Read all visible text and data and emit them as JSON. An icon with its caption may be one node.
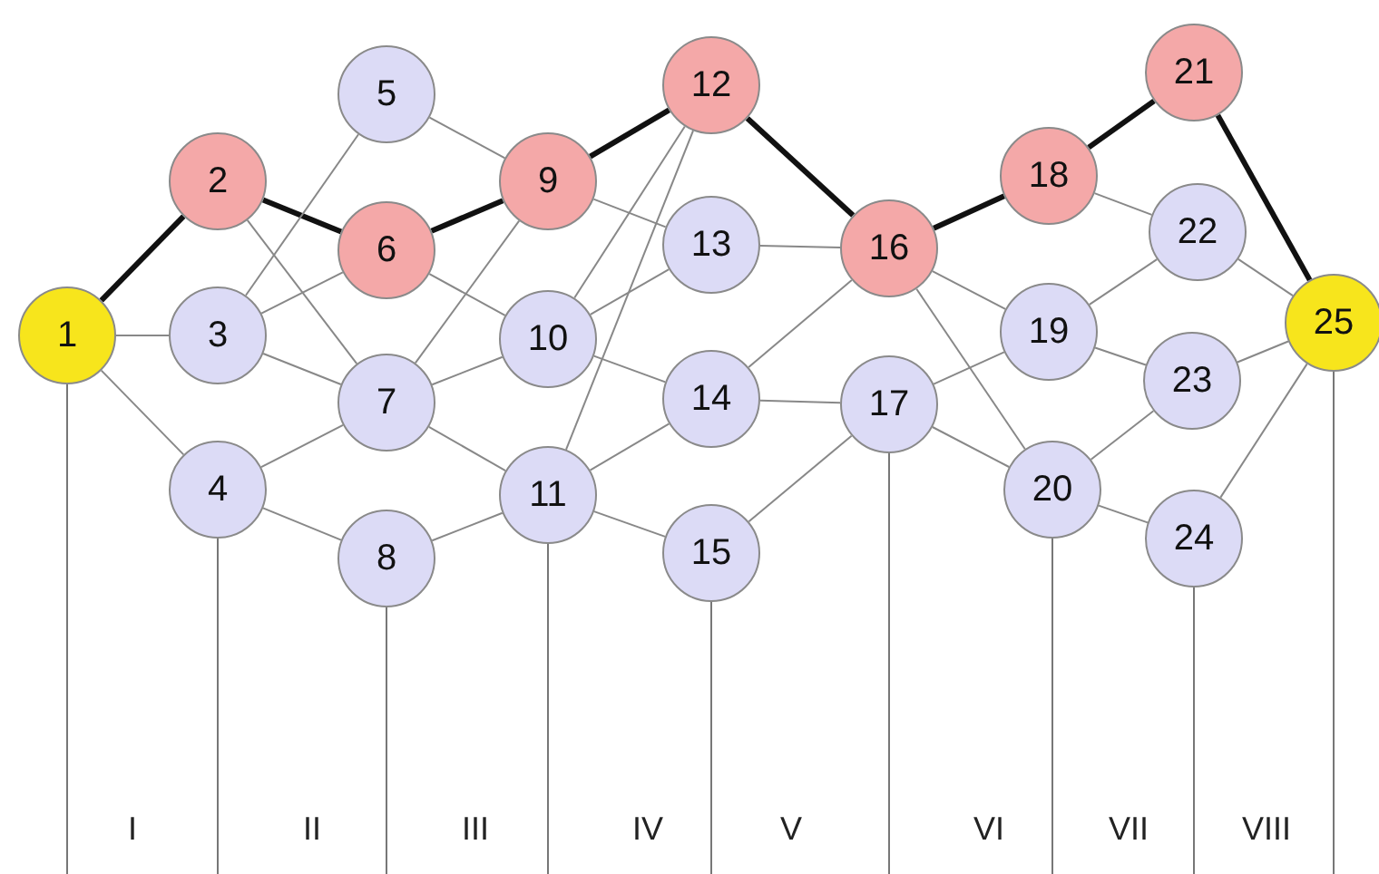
{
  "diagram": {
    "nodes": [
      {
        "text": [
          "1"
        ]
      },
      {
        "text": [
          "2"
        ]
      },
      {
        "text": [
          "3"
        ]
      },
      {
        "text": [
          "4"
        ]
      },
      {
        "text": [
          "5"
        ]
      },
      {
        "text": [
          "6"
        ]
      },
      {
        "text": [
          "7"
        ]
      },
      {
        "text": [
          "8"
        ]
      },
      {
        "text": [
          "9"
        ]
      },
      {
        "text": [
          "10"
        ]
      },
      {
        "text": [
          "11"
        ]
      },
      {
        "text": [
          "12"
        ]
      },
      {
        "text": [
          "13"
        ]
      },
      {
        "text": [
          "14"
        ]
      },
      {
        "text": [
          "15"
        ]
      },
      {
        "text": [
          "16"
        ]
      },
      {
        "text": [
          "17"
        ]
      },
      {
        "text": [
          "18"
        ]
      },
      {
        "text": [
          "19"
        ]
      },
      {
        "text": [
          "20"
        ]
      },
      {
        "text": [
          "21"
        ]
      },
      {
        "text": [
          "22"
        ]
      },
      {
        "text": [
          "23"
        ]
      },
      {
        "text": [
          "24"
        ]
      },
      {
        "text": [
          "25"
        ]
      }
    ],
    "edges": [
      {
        "from": 0,
        "to": 1,
        "arrow": "none",
        "style": "thick",
        "color": "#111111"
      },
      {
        "from": 0,
        "to": 2,
        "arrow": "none"
      },
      {
        "from": 0,
        "to": 3,
        "arrow": "none"
      },
      {
        "from": 1,
        "to": 5,
        "arrow": "none",
        "style": "thick",
        "color": "#111111"
      },
      {
        "from": 1,
        "to": 6,
        "arrow": "none"
      },
      {
        "from": 2,
        "to": 4,
        "arrow": "none"
      },
      {
        "from": 2,
        "to": 5,
        "arrow": "none"
      },
      {
        "from": 2,
        "to": 6,
        "arrow": "none"
      },
      {
        "from": 3,
        "to": 6,
        "arrow": "none"
      },
      {
        "from": 3,
        "to": 7,
        "arrow": "none"
      },
      {
        "from": 4,
        "to": 8,
        "arrow": "none"
      },
      {
        "from": 5,
        "to": 8,
        "arrow": "none",
        "style": "thick",
        "color": "#111111"
      },
      {
        "from": 5,
        "to": 9,
        "arrow": "none"
      },
      {
        "from": 6,
        "to": 8,
        "arrow": "none"
      },
      {
        "from": 6,
        "to": 9,
        "arrow": "none"
      },
      {
        "from": 6,
        "to": 10,
        "arrow": "none"
      },
      {
        "from": 7,
        "to": 10,
        "arrow": "none"
      },
      {
        "from": 8,
        "to": 11,
        "arrow": "none",
        "style": "thick",
        "color": "#111111"
      },
      {
        "from": 8,
        "to": 12,
        "arrow": "none"
      },
      {
        "from": 9,
        "to": 11,
        "arrow": "none"
      },
      {
        "from": 9,
        "to": 12,
        "arrow": "none"
      },
      {
        "from": 9,
        "to": 13,
        "arrow": "none"
      },
      {
        "from": 10,
        "to": 11,
        "arrow": "none"
      },
      {
        "from": 10,
        "to": 13,
        "arrow": "none"
      },
      {
        "from": 10,
        "to": 14,
        "arrow": "none"
      },
      {
        "from": 11,
        "to": 15,
        "arrow": "none",
        "style": "thick",
        "color": "#111111"
      },
      {
        "from": 12,
        "to": 15,
        "arrow": "none"
      },
      {
        "from": 13,
        "to": 15,
        "arrow": "none"
      },
      {
        "from": 13,
        "to": 16,
        "arrow": "none"
      },
      {
        "from": 14,
        "to": 16,
        "arrow": "none"
      },
      {
        "from": 15,
        "to": 17,
        "arrow": "none",
        "style": "thick",
        "color": "#111111"
      },
      {
        "from": 15,
        "to": 18,
        "arrow": "none"
      },
      {
        "from": 15,
        "to": 19,
        "arrow": "none"
      },
      {
        "from": 16,
        "to": 18,
        "arrow": "none"
      },
      {
        "from": 16,
        "to": 19,
        "arrow": "none"
      },
      {
        "from": 17,
        "to": 20,
        "arrow": "none",
        "style": "thick",
        "color": "#111111"
      },
      {
        "from": 17,
        "to": 21,
        "arrow": "none"
      },
      {
        "from": 18,
        "to": 21,
        "arrow": "none"
      },
      {
        "from": 18,
        "to": 22,
        "arrow": "none"
      },
      {
        "from": 19,
        "to": 22,
        "arrow": "none"
      },
      {
        "from": 19,
        "to": 23,
        "arrow": "none"
      },
      {
        "from": 20,
        "to": 24,
        "arrow": "none",
        "style": "thick",
        "color": "#111111"
      },
      {
        "from": 21,
        "to": 24,
        "arrow": "none"
      },
      {
        "from": 22,
        "to": 24,
        "arrow": "none"
      },
      {
        "from": 23,
        "to": 24,
        "arrow": "none"
      }
    ],
    "labels": [
      "I",
      "II",
      "III",
      "IV",
      "V",
      "VI",
      "VII",
      "VIII"
    ]
  }
}
